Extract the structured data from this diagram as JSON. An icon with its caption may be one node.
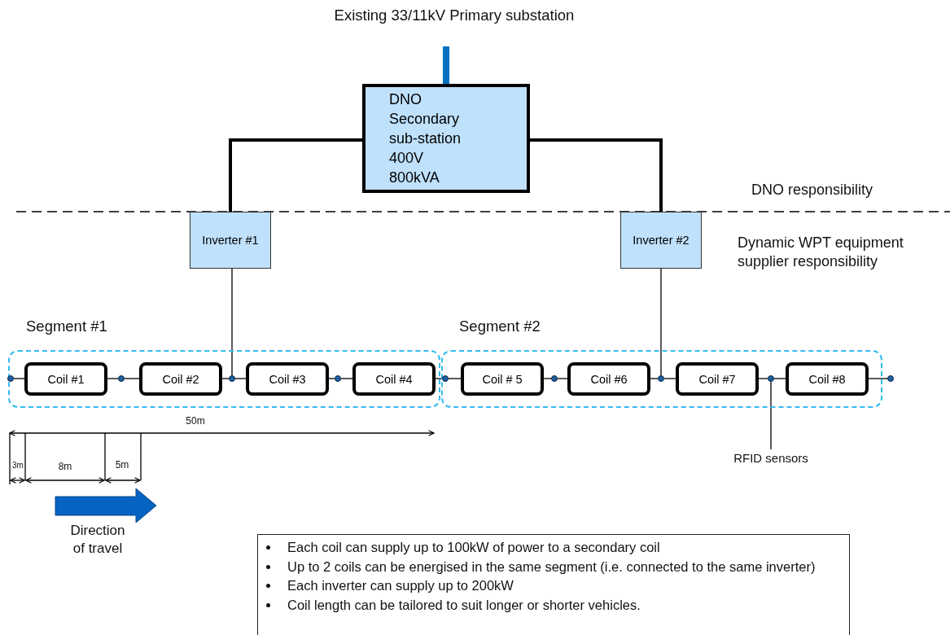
{
  "diagram": {
    "nodes": [
      {
        "text": [
          "Existing 33/11kV Primary substation"
        ]
      },
      {
        "text": [
          "DNO Secondary sub-station 400V 800kVA"
        ]
      },
      {
        "text": [
          "Inverter #1"
        ]
      },
      {
        "text": [
          "Inverter #2"
        ]
      },
      {
        "text": [
          "Segment #1"
        ]
      },
      {
        "text": [
          "Coil #1"
        ],
        "in": 4
      },
      {
        "text": [
          "Coil #2"
        ],
        "in": 4
      },
      {
        "text": [
          "Coil #3"
        ],
        "in": 4
      },
      {
        "text": [
          "Coil #4"
        ],
        "in": 4
      },
      {
        "text": [
          "Segment #2"
        ]
      },
      {
        "text": [
          "Coil # 5"
        ],
        "in": 9
      },
      {
        "text": [
          "Coil #6"
        ],
        "in": 9
      },
      {
        "text": [
          "Coil #7"
        ],
        "in": 9
      },
      {
        "text": [
          "Coil #8"
        ],
        "in": 9
      },
      {
        "text": [],
        "shape": "circle",
        "in": 4
      },
      {
        "text": [],
        "shape": "circle",
        "in": 4
      },
      {
        "text": [],
        "shape": "circle",
        "in": 4
      },
      {
        "text": [],
        "shape": "circle",
        "in": 4
      },
      {
        "text": [],
        "shape": "circle",
        "in": 9
      },
      {
        "text": [],
        "shape": "circle",
        "in": 9
      },
      {
        "text": [],
        "shape": "circle",
        "in": 9
      },
      {
        "text": [],
        "shape": "circle",
        "in": 9
      },
      {
        "text": [],
        "shape": "circle"
      },
      {
        "text": [
          "RFID sensors"
        ]
      },
      {
        "text": [
          "Each coil can supply up to 100kW of power to a secondary coil",
          "Up to 2 coils can be energised in the same segment (i.e. connected to the same inverter)",
          "Each inverter can supply up to 200kW",
          "Coil length can be tailored to suit longer or shorter vehicles."
        ]
      }
    ],
    "edges": [
      {
        "from": 1,
        "to": 0,
        "arrow": "none",
        "style": "thick",
        "color": "#0070c0"
      },
      {
        "from": 1,
        "to": 2,
        "arrow": "none",
        "style": "thick"
      },
      {
        "from": 1,
        "to": 3,
        "arrow": "none",
        "style": "thick"
      },
      {
        "from": 2,
        "to": 16,
        "arrow": "none"
      },
      {
        "from": 3,
        "to": 20,
        "arrow": "none"
      },
      {
        "from": 14,
        "to": 5,
        "arrow": "none"
      },
      {
        "from": 5,
        "to": 15,
        "arrow": "none"
      },
      {
        "from": 15,
        "to": 6,
        "arrow": "none"
      },
      {
        "from": 6,
        "to": 16,
        "arrow": "none"
      },
      {
        "from": 16,
        "to": 7,
        "arrow": "none"
      },
      {
        "from": 7,
        "to": 17,
        "arrow": "none"
      },
      {
        "from": 17,
        "to": 8,
        "arrow": "none"
      },
      {
        "from": 8,
        "to": 18,
        "arrow": "none"
      },
      {
        "from": 18,
        "to": 10,
        "arrow": "none"
      },
      {
        "from": 10,
        "to": 19,
        "arrow": "none"
      },
      {
        "from": 19,
        "to": 11,
        "arrow": "none"
      },
      {
        "from": 11,
        "to": 20,
        "arrow": "none"
      },
      {
        "from": 20,
        "to": 12,
        "arrow": "none"
      },
      {
        "from": 12,
        "to": 21,
        "arrow": "none"
      },
      {
        "from": 21,
        "to": 13,
        "arrow": "none"
      },
      {
        "from": 13,
        "to": 22,
        "arrow": "none"
      },
      {
        "from": 23,
        "to": 21,
        "arrow": "none"
      }
    ],
    "labels": [
      "DNO responsibility",
      "Dynamic WPT equipment supplier responsibility",
      "50m",
      "3m",
      "8m",
      "5m",
      "Direction of travel"
    ]
  }
}
